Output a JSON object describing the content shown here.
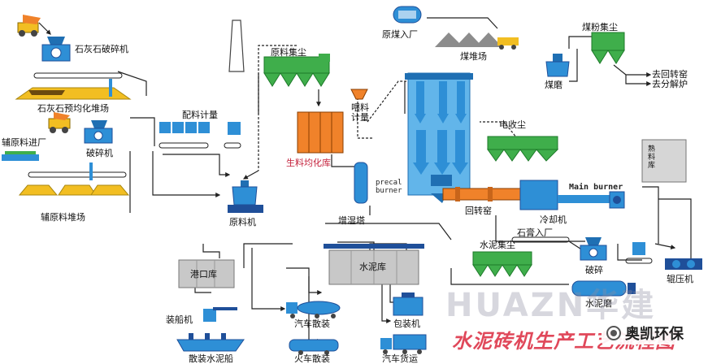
{
  "labels": {
    "limestone_crusher": "石灰石破碎机",
    "limestone_prehomogenization": "石灰石预均化堆场",
    "raw_meal_dust": "原料集尘",
    "batching_metering": "配料计量",
    "aux_material_in": "辅原料进厂",
    "crusher": "破碎机",
    "aux_material_yard": "辅原料堆场",
    "raw_mill": "原料机",
    "raw_meal_homogenizing": "生料均化库",
    "feed_metering": "喂料\n计量",
    "conditioning_tower": "增湿塔",
    "precal_burner": "precal\nburner",
    "rotary_kiln": "回转窑",
    "main_burner": "Main burner",
    "cooler": "冷却机",
    "electrostatic_dust": "电收尘",
    "clinker_silo": "熟\n料\n库",
    "raw_coal_in": "原煤入厂",
    "coal_yard": "煤堆场",
    "coal_powder_dust": "煤粉集尘",
    "coal_mill": "煤磨",
    "to_rotary_kiln": "去回转窑",
    "to_calciner": "去分解炉",
    "gypsum_in": "石膏入厂",
    "cement_dust": "水泥集尘",
    "crushing": "破碎",
    "roller_press": "辊压机",
    "cement_mill": "水泥磨",
    "cement_silo": "水泥库",
    "port_silo": "港口库",
    "ship_loader": "装船机",
    "bulk_truck": "汽车散装",
    "packer": "包装机",
    "bulk_ship": "散装水泥船",
    "bulk_train": "火车散装",
    "truck_shipping": "汽车货运"
  },
  "watermark": "HUAZN华建",
  "slogan": "水泥砖机生产工艺流程图",
  "brand": "奥凯环保",
  "colors": {
    "blue": "#2e8fd6",
    "dark_blue": "#1f4f99",
    "green": "#3fae4b",
    "orange": "#f0822a",
    "yellow": "#f2be22",
    "grey": "#8c8c8c",
    "red_text": "#c41f3a"
  }
}
